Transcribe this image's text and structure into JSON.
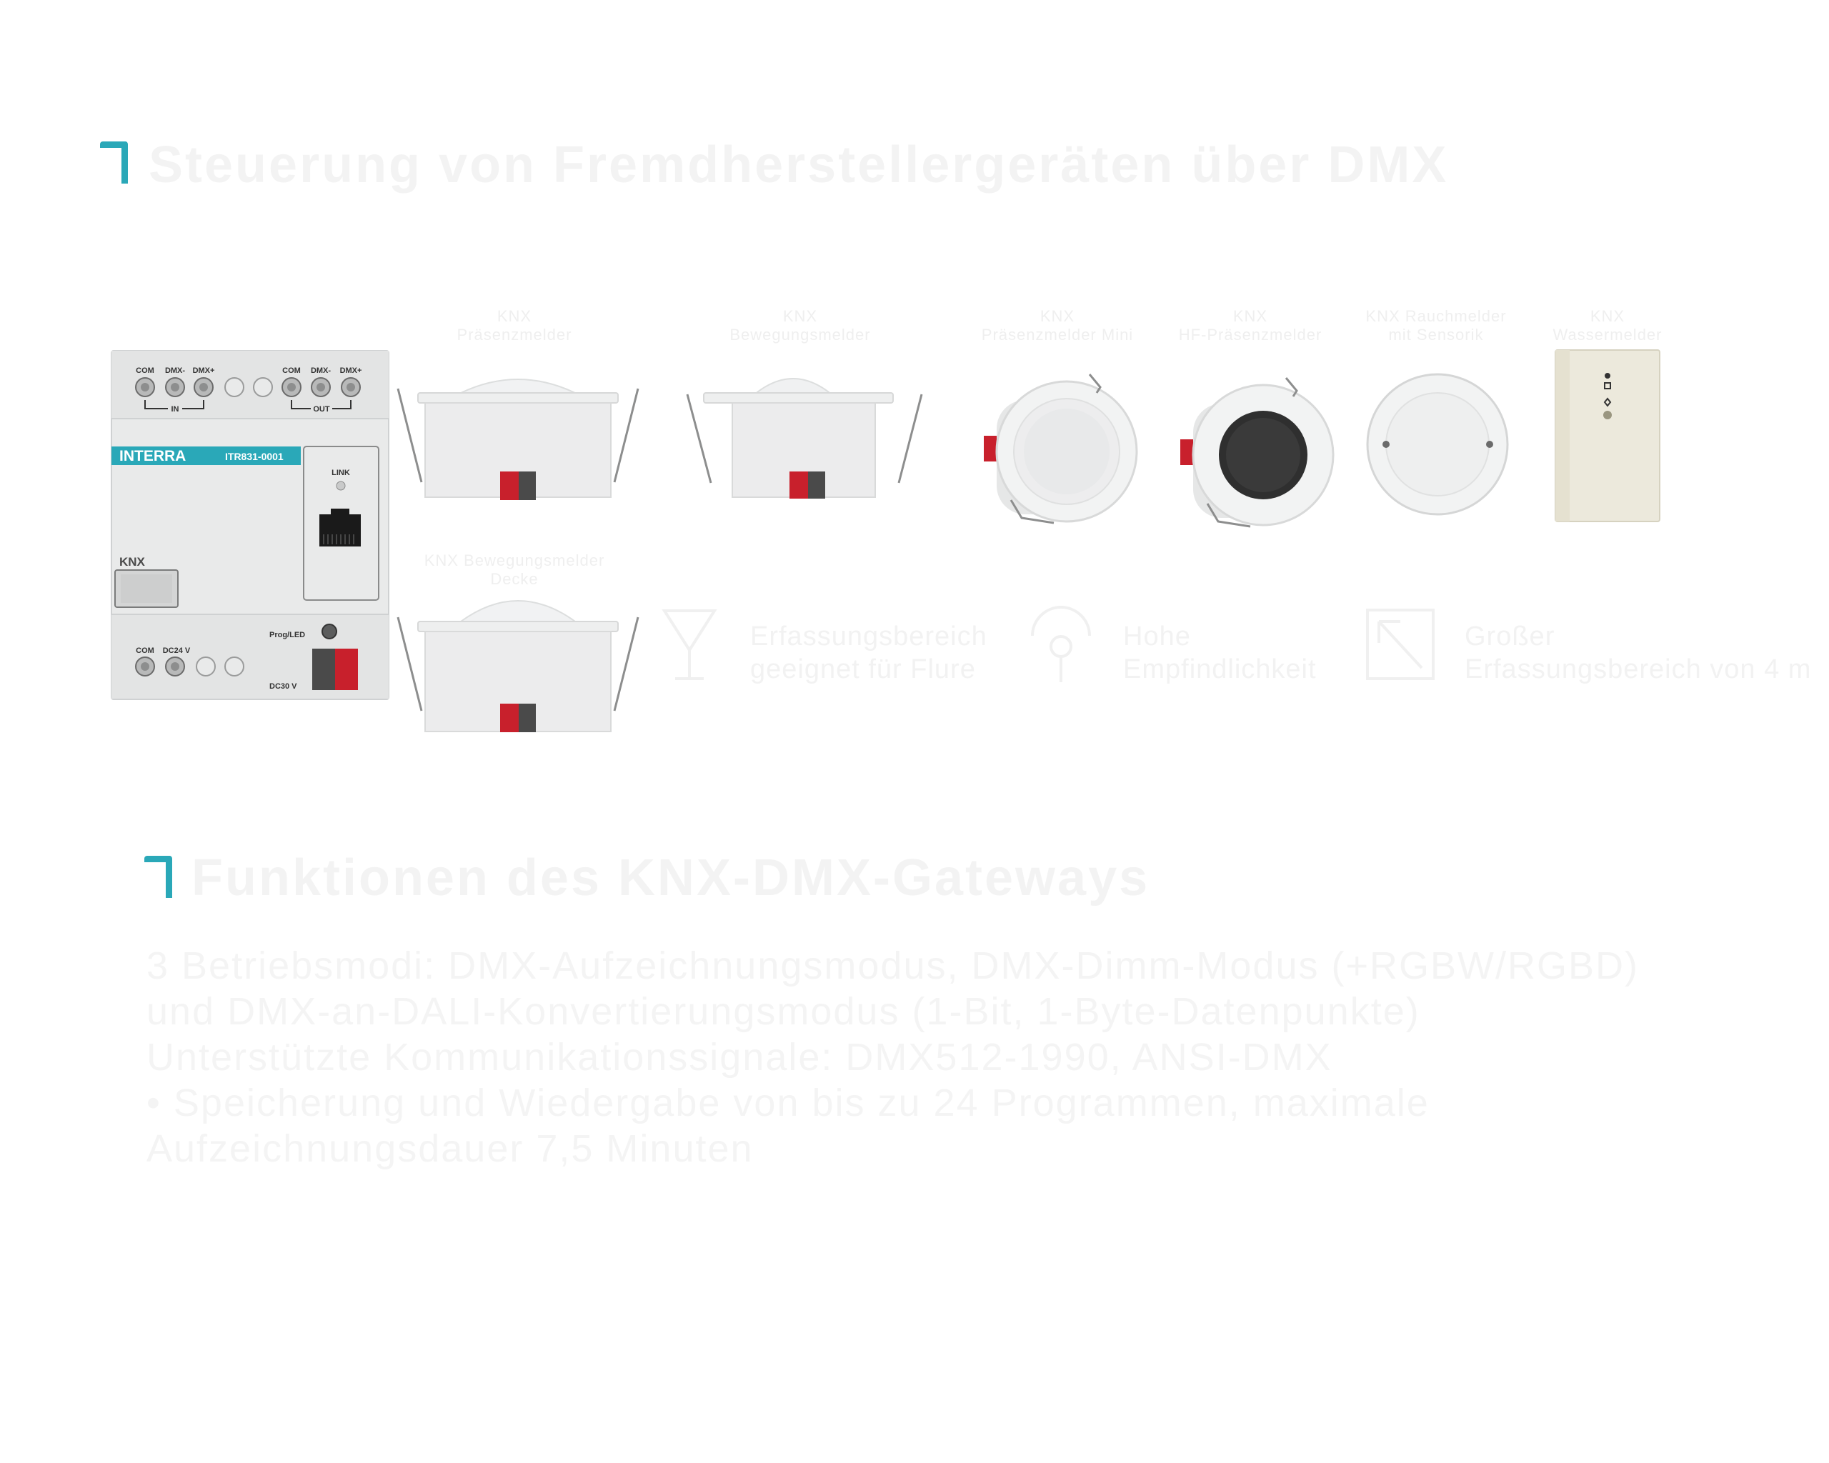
{
  "section1": {
    "title": "Steuerung von Fremdherstellergeräten über DMX"
  },
  "gateway": {
    "brand": "INTERRA",
    "model": "ITR831-0001",
    "top_terminals": [
      "COM",
      "DMX-",
      "DMX+",
      "COM",
      "DMX-",
      "DMX+"
    ],
    "in_label": "IN",
    "out_label": "OUT",
    "link_label": "LINK",
    "knx_label": "KNX",
    "bottom_terminals": [
      "COM",
      "DC24 V"
    ],
    "prog_label": "Prog/LED",
    "dc_label": "DC30 V"
  },
  "products": [
    {
      "line1": "KNX",
      "line2": "Präsenzmelder"
    },
    {
      "line1": "KNX",
      "line2": "Bewegungsmelder"
    },
    {
      "line1": "KNX",
      "line2": "Präsenzmelder Mini"
    },
    {
      "line1": "KNX",
      "line2": "HF-Präsenzmelder"
    },
    {
      "line1": "KNX Rauchmelder",
      "line2": "mit Sensorik"
    },
    {
      "line1": "KNX",
      "line2": "Wassermelder"
    },
    {
      "line1": "KNX Bewegungsmelder",
      "line2": "Decke"
    }
  ],
  "features": [
    {
      "line1": "Erfassungsbereich",
      "line2": "geeignet für Flure",
      "icon": "motion-range-icon"
    },
    {
      "line1": "Hohe",
      "line2": "Empfindlichkeit",
      "icon": "sensitivity-icon"
    },
    {
      "line1": "Großer",
      "line2": "Erfassungsbereich von 4 m",
      "icon": "detection-area-icon"
    }
  ],
  "section2": {
    "title": "Funktionen des KNX-DMX-Gateways",
    "lines": [
      "3 Betriebsmodi: DMX-Aufzeichnungsmodus, DMX-Dimm-Modus (+RGBW/RGBD)",
      "und DMX-an-DALI-Konvertierungsmodus (1-Bit, 1-Byte-Datenpunkte)",
      "Unterstützte Kommunikationssignale: DMX512-1990, ANSI-DMX",
      "• Speicherung und Wiedergabe von bis zu 24 Programmen, maximale",
      "Aufzeichnungsdauer 7,5 Minuten"
    ]
  },
  "colors": {
    "accent": "#2aa8b8",
    "device_body": "#e9eaea",
    "terminal_red": "#c8202c",
    "terminal_gray": "#4a4a4a",
    "water_sensor": "#ece9dc"
  }
}
